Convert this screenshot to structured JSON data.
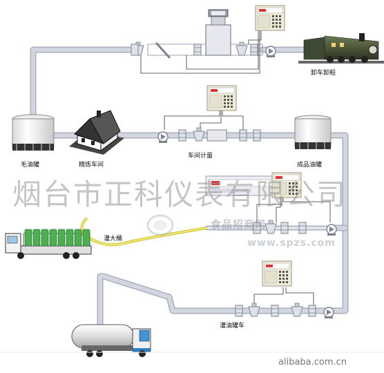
{
  "labels": {
    "unload": "卸车卸船",
    "raw_tank": "毛油罐",
    "refinery": "精炼车间",
    "workshop_meter": "车间计量",
    "product_tank": "成品油罐",
    "barrel_fill": "灌大桶",
    "tanker_fill": "灌油罐车"
  },
  "watermark": {
    "company": "烟台市正科仪表有限公司",
    "site_cn": "食品招商网",
    "site_url": "www.spzs.com"
  },
  "footer": "alibaba.com.cn",
  "colors": {
    "pipe": "#d2d6e0",
    "pipe_edge": "#a9aebb",
    "hose": "#e8e070",
    "tank": "#f4f4f4",
    "meter_panel": "#f1ecd8"
  }
}
